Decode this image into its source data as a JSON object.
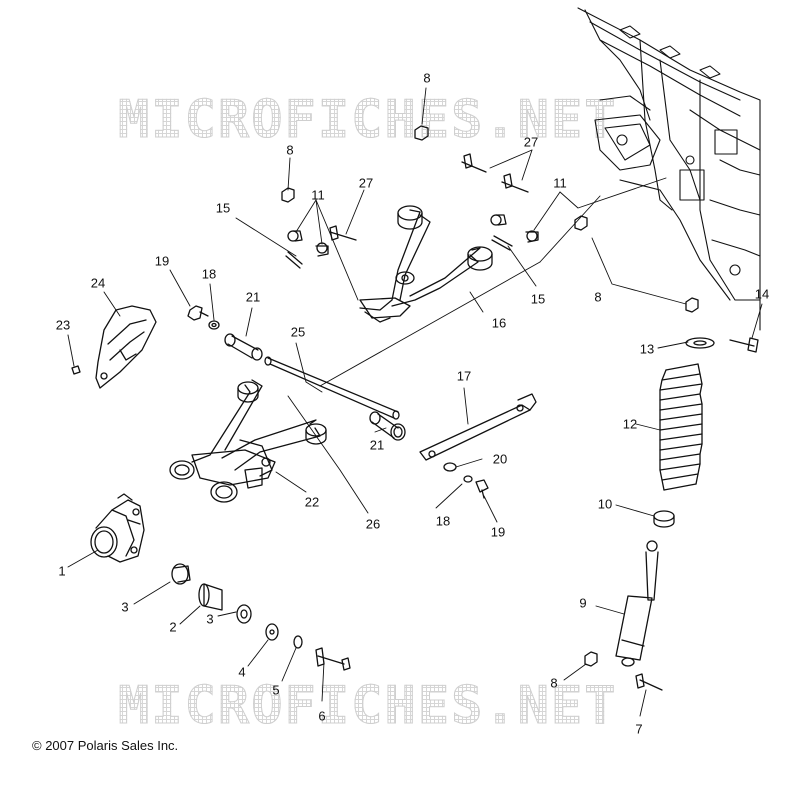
{
  "watermark_text": "MICROFICHES.NET",
  "copyright": "© 2007 Polaris Sales Inc.",
  "callouts": [
    {
      "label": "1"
    },
    {
      "label": "2"
    },
    {
      "label": "3"
    },
    {
      "label": "3"
    },
    {
      "label": "4"
    },
    {
      "label": "5"
    },
    {
      "label": "6"
    },
    {
      "label": "7"
    },
    {
      "label": "8"
    },
    {
      "label": "8"
    },
    {
      "label": "8"
    },
    {
      "label": "8"
    },
    {
      "label": "9"
    },
    {
      "label": "10"
    },
    {
      "label": "11"
    },
    {
      "label": "11"
    },
    {
      "label": "12"
    },
    {
      "label": "13"
    },
    {
      "label": "14"
    },
    {
      "label": "15"
    },
    {
      "label": "15"
    },
    {
      "label": "16"
    },
    {
      "label": "17"
    },
    {
      "label": "18"
    },
    {
      "label": "18"
    },
    {
      "label": "19"
    },
    {
      "label": "19"
    },
    {
      "label": "20"
    },
    {
      "label": "21"
    },
    {
      "label": "21"
    },
    {
      "label": "22"
    },
    {
      "label": "23"
    },
    {
      "label": "24"
    },
    {
      "label": "25"
    },
    {
      "label": "26"
    },
    {
      "label": "27"
    },
    {
      "label": "27"
    }
  ]
}
